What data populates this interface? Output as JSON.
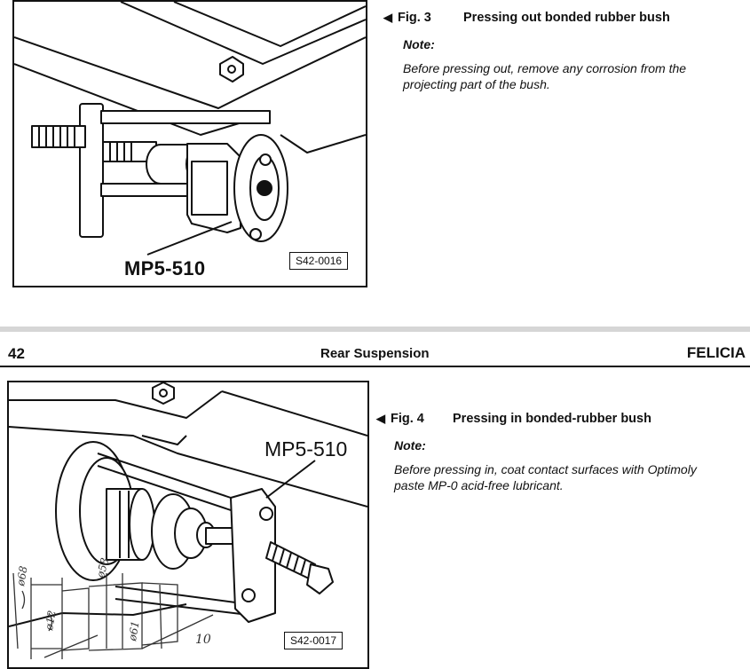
{
  "fig3": {
    "arrow": "◀",
    "number": "Fig. 3",
    "title": "Pressing out bonded rubber bush",
    "note_label": "Note:",
    "note_text": "Before pressing out, remove any corrosion from the projecting part of the bush.",
    "tool_label": "MP5-510",
    "ref": "S42-0016"
  },
  "header": {
    "page_number": "42",
    "section": "Rear Suspension",
    "model": "FELICIA"
  },
  "fig4": {
    "arrow": "◀",
    "number": "Fig. 4",
    "title": "Pressing in bonded-rubber bush",
    "note_label": "Note:",
    "note_text": "Before pressing in, coat contact surfaces with Optimoly paste MP-0 acid-free lubricant.",
    "tool_label": "MP5-510",
    "ref": "S42-0017",
    "handwritten": [
      "ø68",
      "ø12",
      "ø58",
      "ø61",
      "10"
    ]
  }
}
